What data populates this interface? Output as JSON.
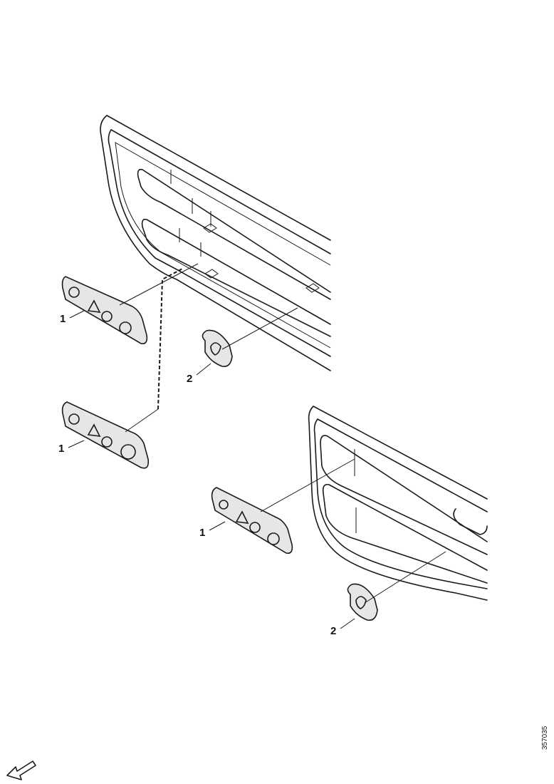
{
  "callouts": {
    "badge_upper": "1",
    "badge_middle": "1",
    "badge_lower": "1",
    "emblem_upper": "2",
    "emblem_lower": "2"
  },
  "figure_code": "357035",
  "icons": {
    "orientation": "direction-arrow-icon"
  }
}
